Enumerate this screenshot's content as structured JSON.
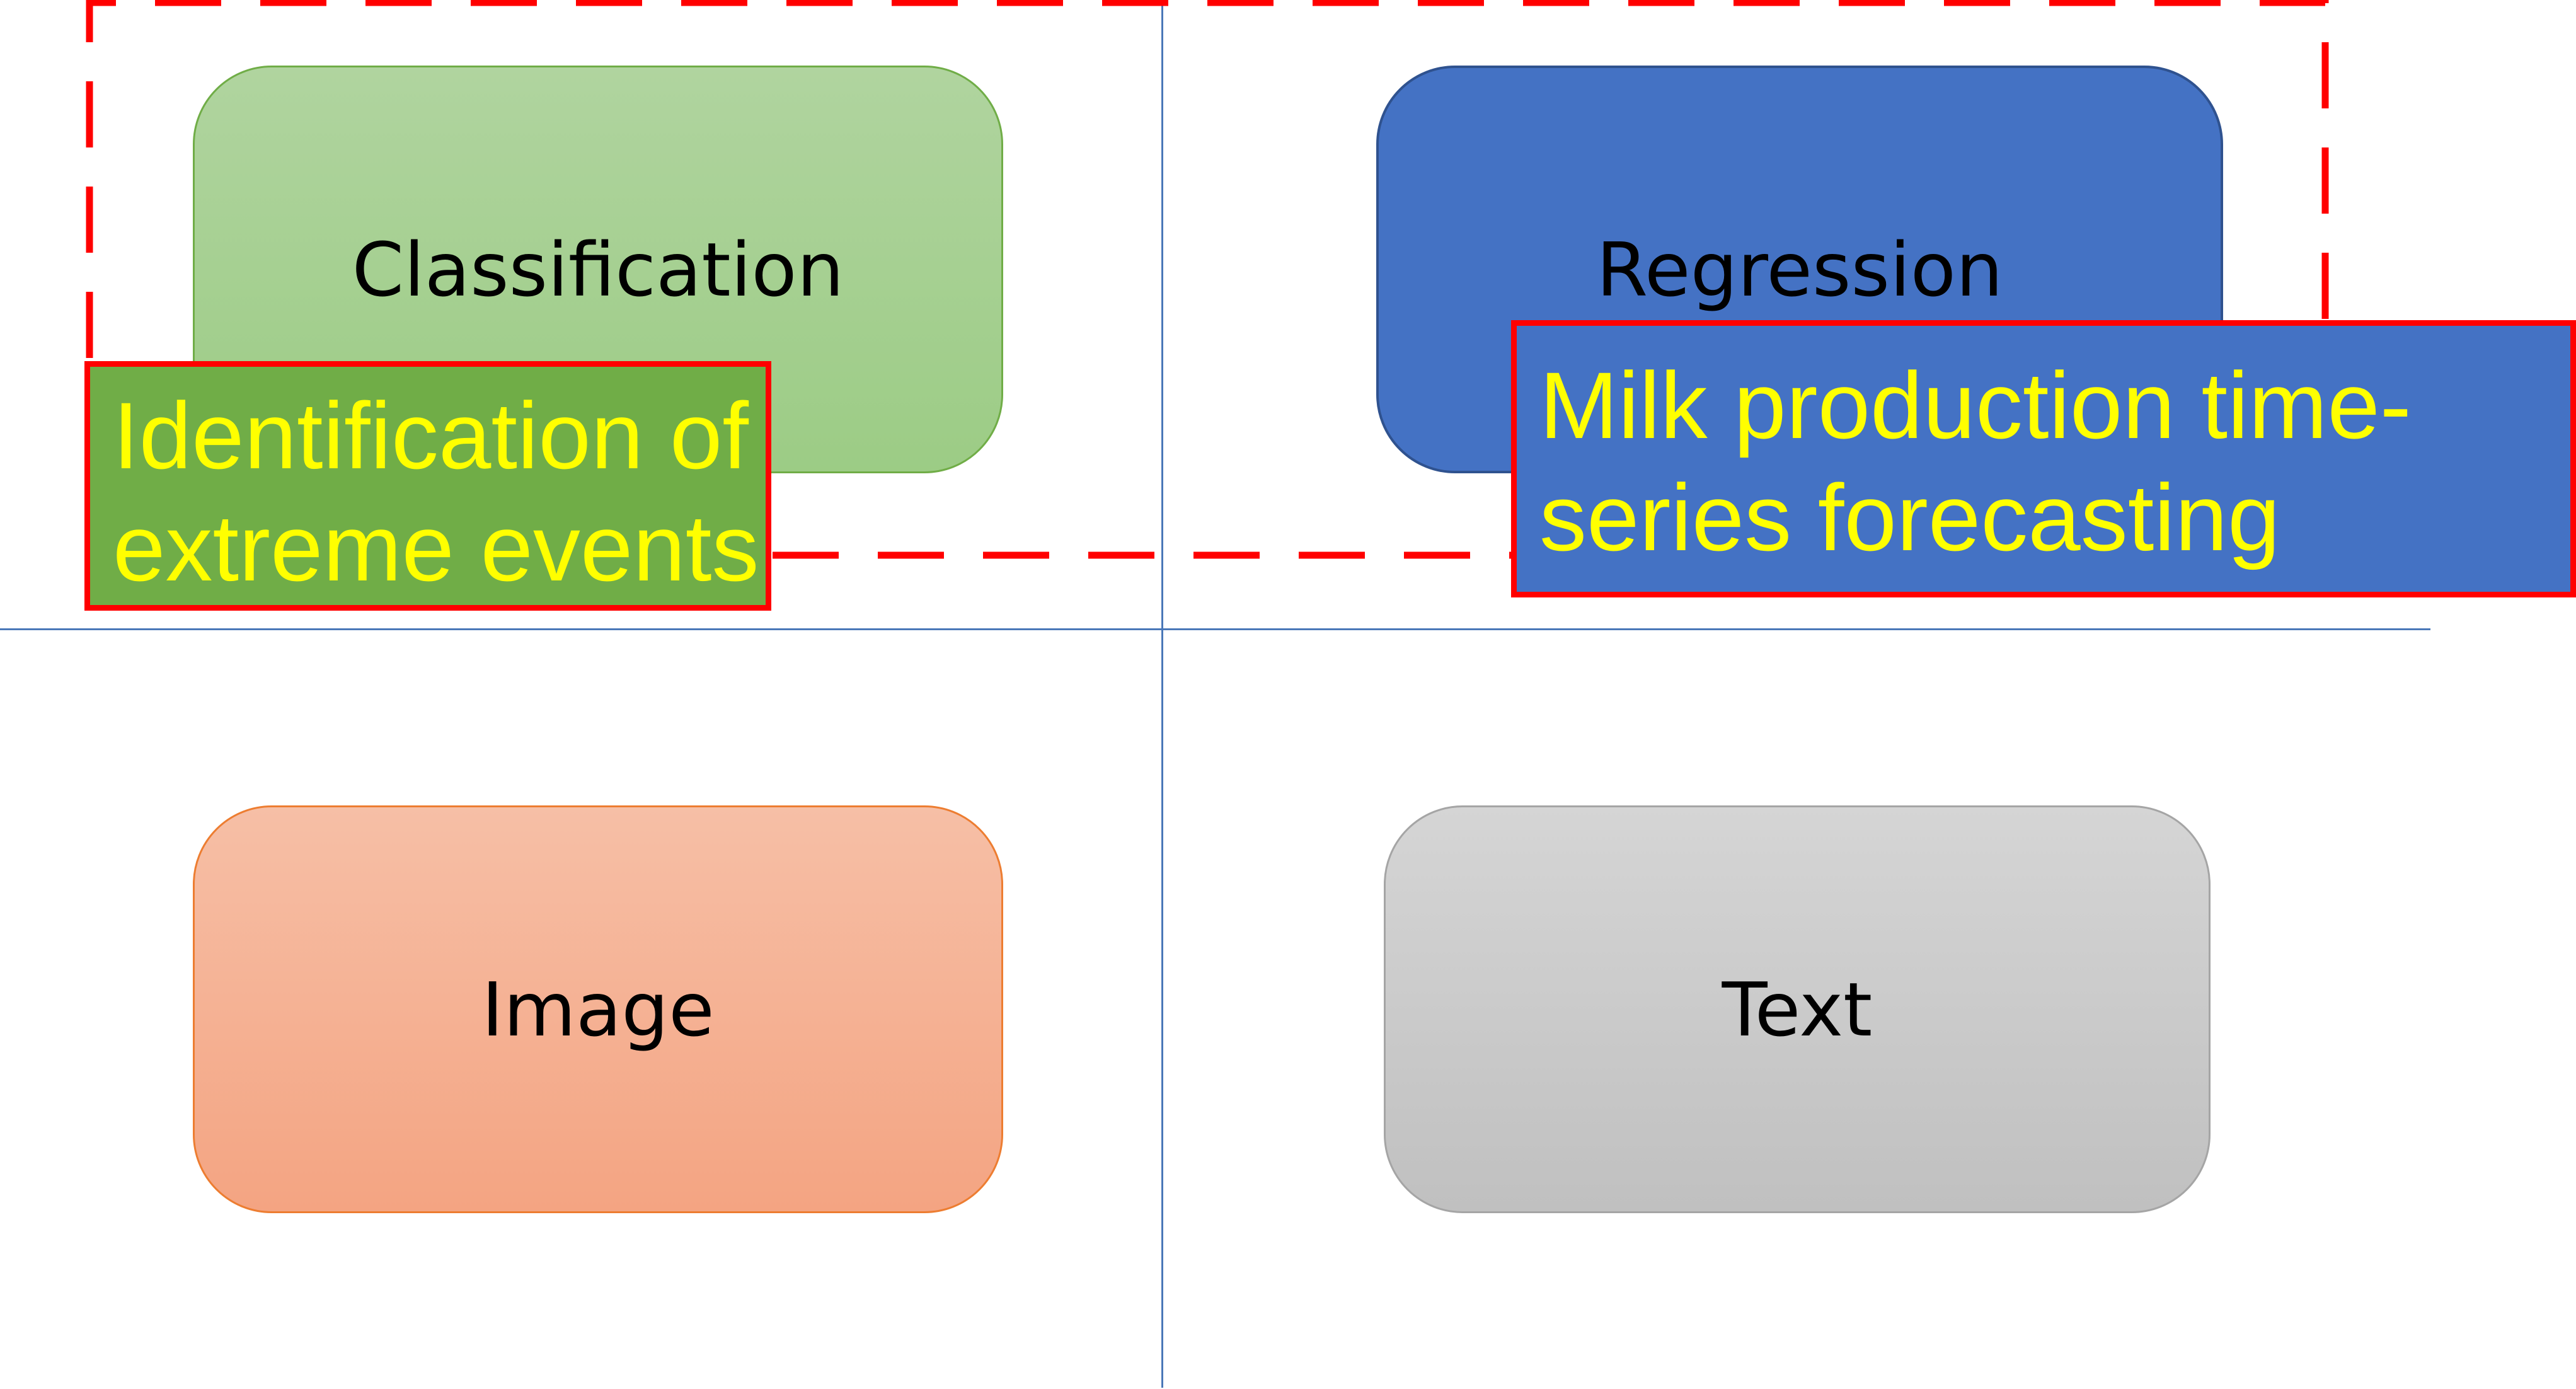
{
  "quadrants": {
    "classification": {
      "label": "Classification",
      "fill": "#a9d18e",
      "stroke": "#70ad47"
    },
    "regression": {
      "label": "Regression",
      "fill": "#4472c4",
      "stroke": "#2f528f"
    },
    "image": {
      "label": "Image",
      "fill": "#f4b183",
      "stroke": "#ed7d31"
    },
    "text": {
      "label": "Text",
      "fill": "#c9c9c9",
      "stroke": "#a5a5a5"
    }
  },
  "callouts": {
    "extreme_events": {
      "lines": [
        "Identification of",
        "extreme events"
      ],
      "fill": "#70ad47",
      "text_color": "#ffff00",
      "border_color": "#ff0000"
    },
    "milk_forecasting": {
      "lines": [
        "Milk production time-",
        "series forecasting"
      ],
      "fill": "#4472c4",
      "text_color": "#ffff00",
      "border_color": "#ff0000"
    }
  },
  "highlight": {
    "style": "dashed",
    "color": "#ff0000"
  }
}
